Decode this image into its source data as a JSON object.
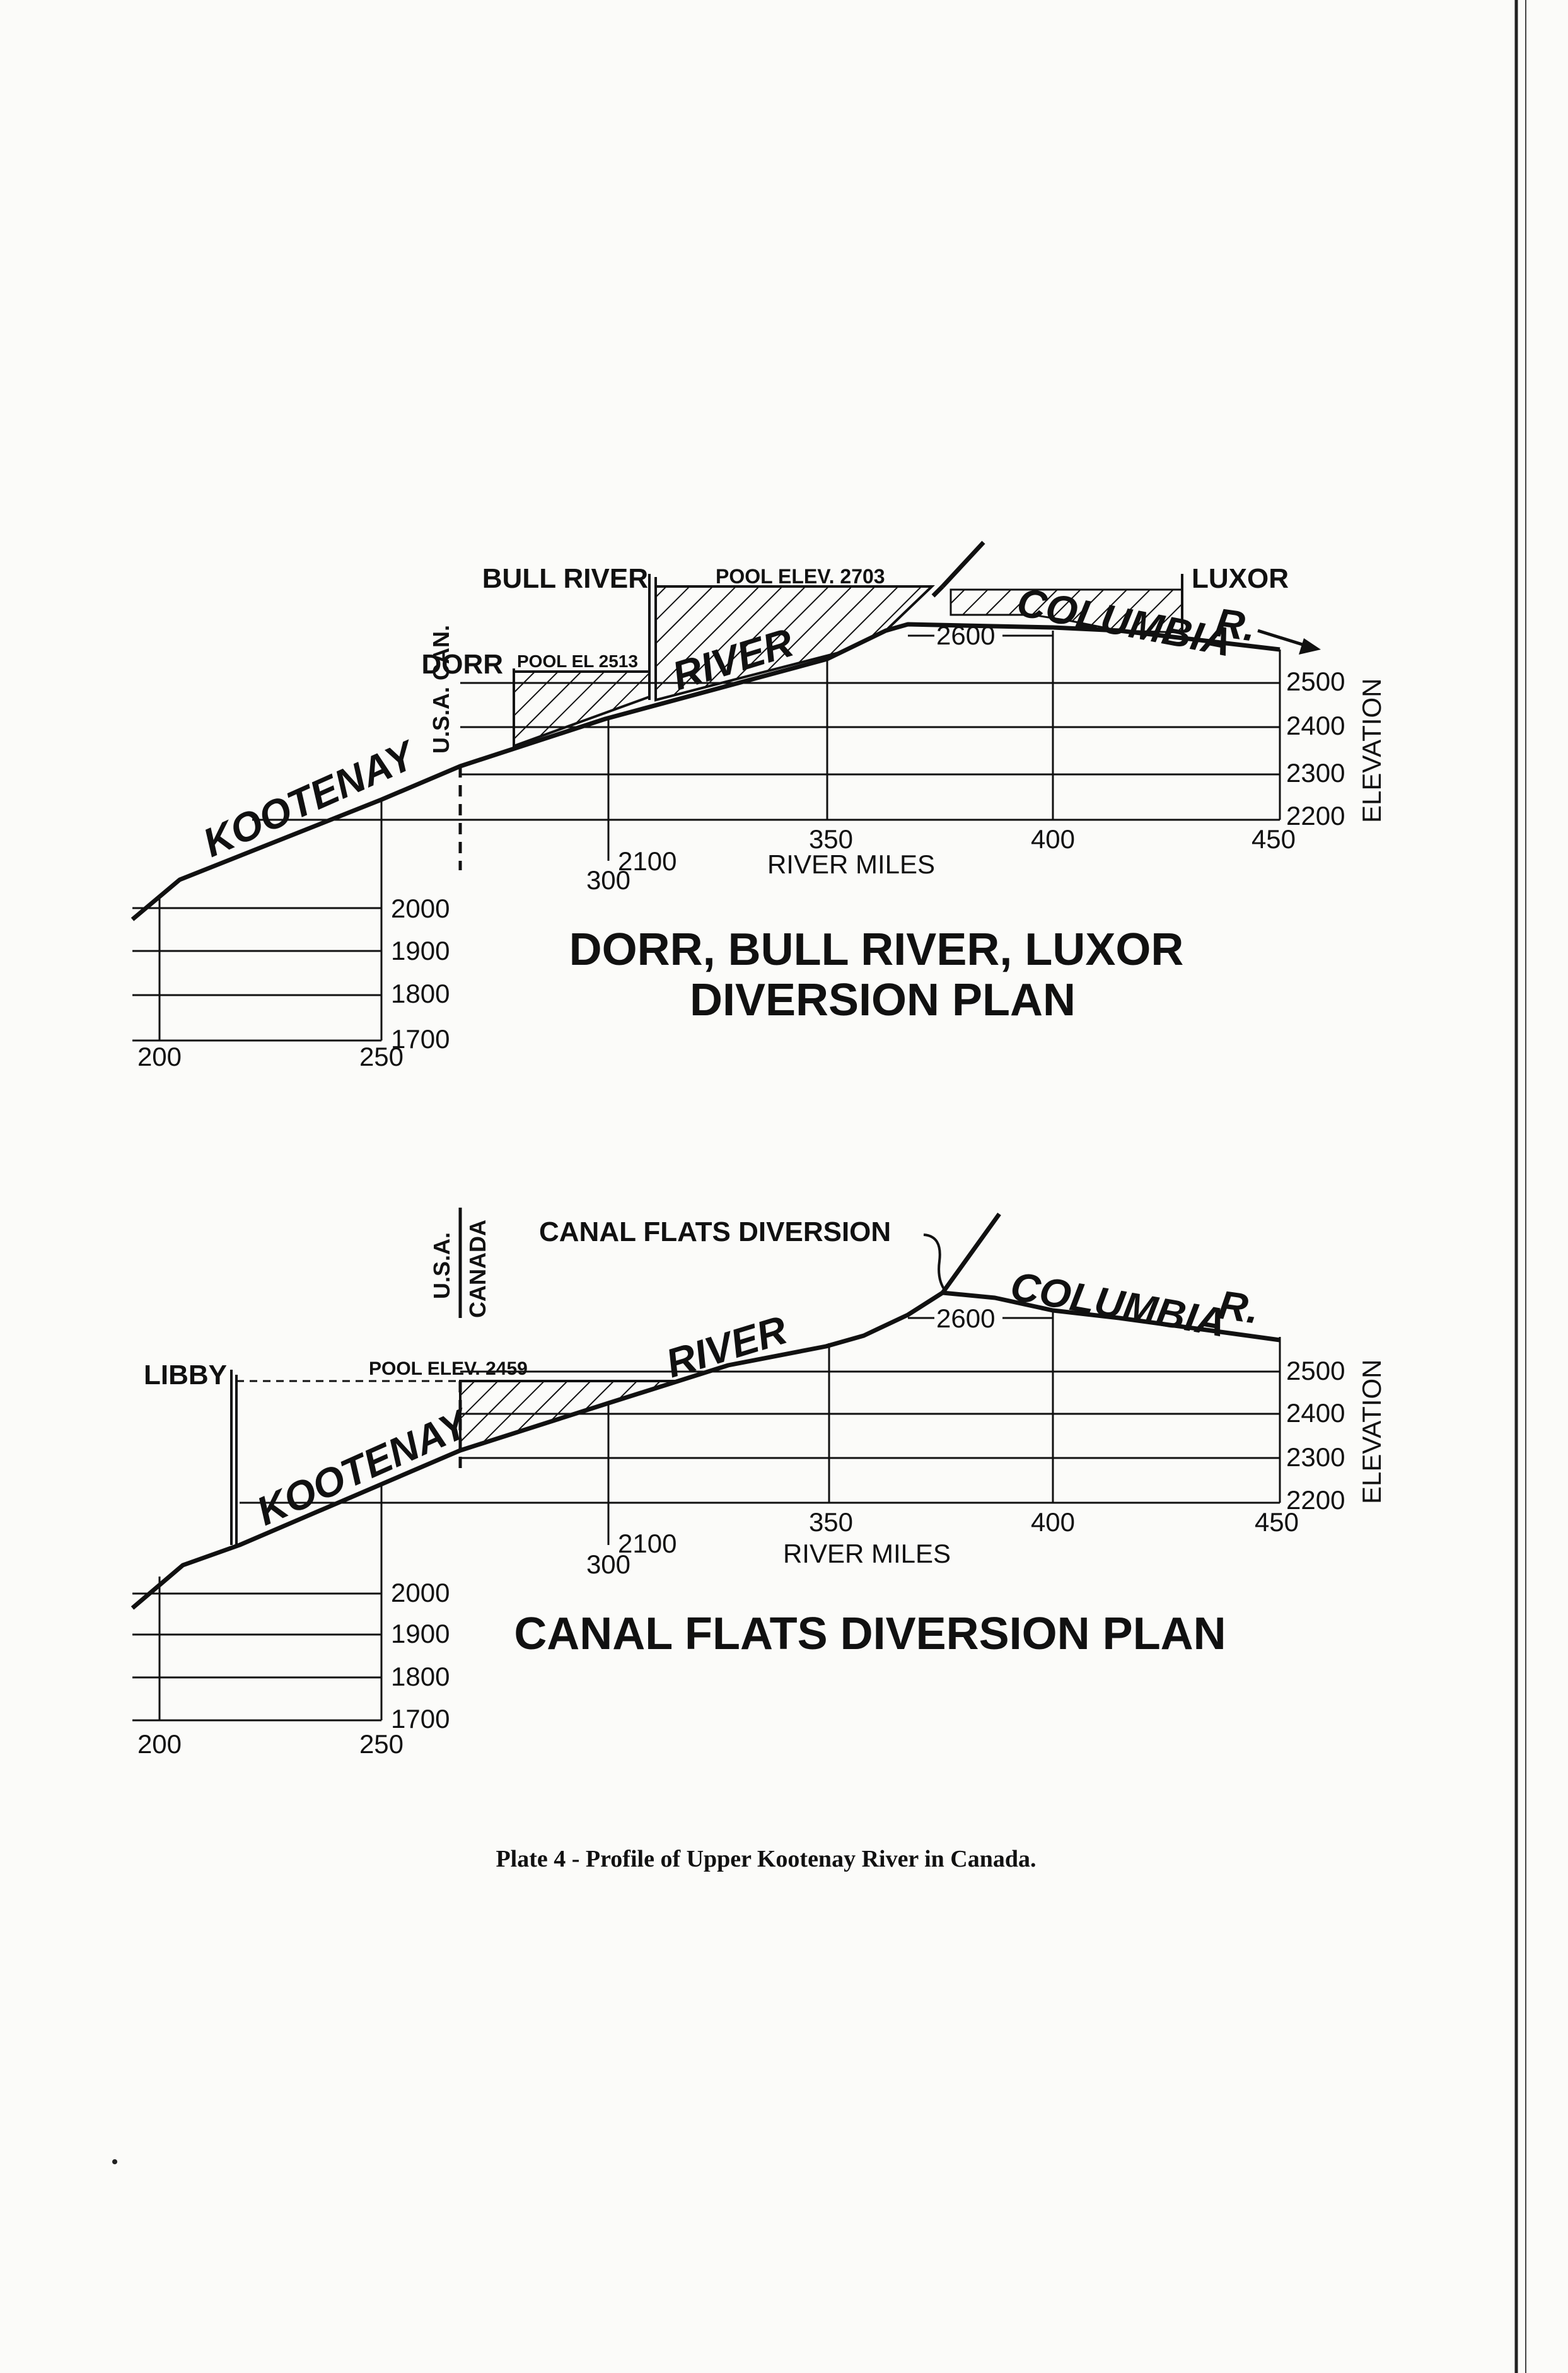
{
  "plot1": {
    "title_line1": "DORR, BULL RIVER, LUXOR",
    "title_line2": "DIVERSION PLAN",
    "label_bull_river": "BULL RIVER",
    "label_pool_2703": "POOL ELEV. 2703",
    "label_luxor": "LUXOR",
    "label_dorr": "DORR",
    "label_pool_2513": "POOL EL 2513",
    "label_border": "U.S.A. CAN.",
    "label_kootenay": "KOOTENAY",
    "label_river": "RIVER",
    "label_columbia": "COLUMBIA",
    "label_r": "R.",
    "label_2600": "2600",
    "label_river_miles": "RIVER MILES",
    "label_elevation": "ELEVATION",
    "x_ticks_upper": [
      "350",
      "400",
      "450"
    ],
    "x_ticks_lower": [
      "200",
      "250"
    ],
    "x_tick_300": "300",
    "elev_ticks_upper": [
      "2500",
      "2400",
      "2300",
      "2200"
    ],
    "elev_ticks_lower": [
      "2100",
      "2000",
      "1900",
      "1800",
      "1700"
    ]
  },
  "plot2": {
    "title": "CANAL FLATS DIVERSION PLAN",
    "label_canal_flats": "CANAL FLATS DIVERSION",
    "label_libby": "LIBBY",
    "label_pool_2459": "POOL ELEV. 2459",
    "label_usa": "U.S.A.",
    "label_canada": "CANADA",
    "label_kootenay": "KOOTENAY",
    "label_river": "RIVER",
    "label_columbia": "COLUMBIA",
    "label_r": "R.",
    "label_2600": "2600",
    "label_river_miles": "RIVER MILES",
    "label_elevation": "ELEVATION",
    "x_ticks_upper": [
      "350",
      "400",
      "450"
    ],
    "x_ticks_lower": [
      "200",
      "250"
    ],
    "x_tick_300": "300",
    "elev_ticks_upper": [
      "2500",
      "2400",
      "2300",
      "2200"
    ],
    "elev_ticks_lower": [
      "2100",
      "2000",
      "1900",
      "1800",
      "1700"
    ]
  },
  "caption": "Plate 4 - Profile of Upper Kootenay River in Canada."
}
